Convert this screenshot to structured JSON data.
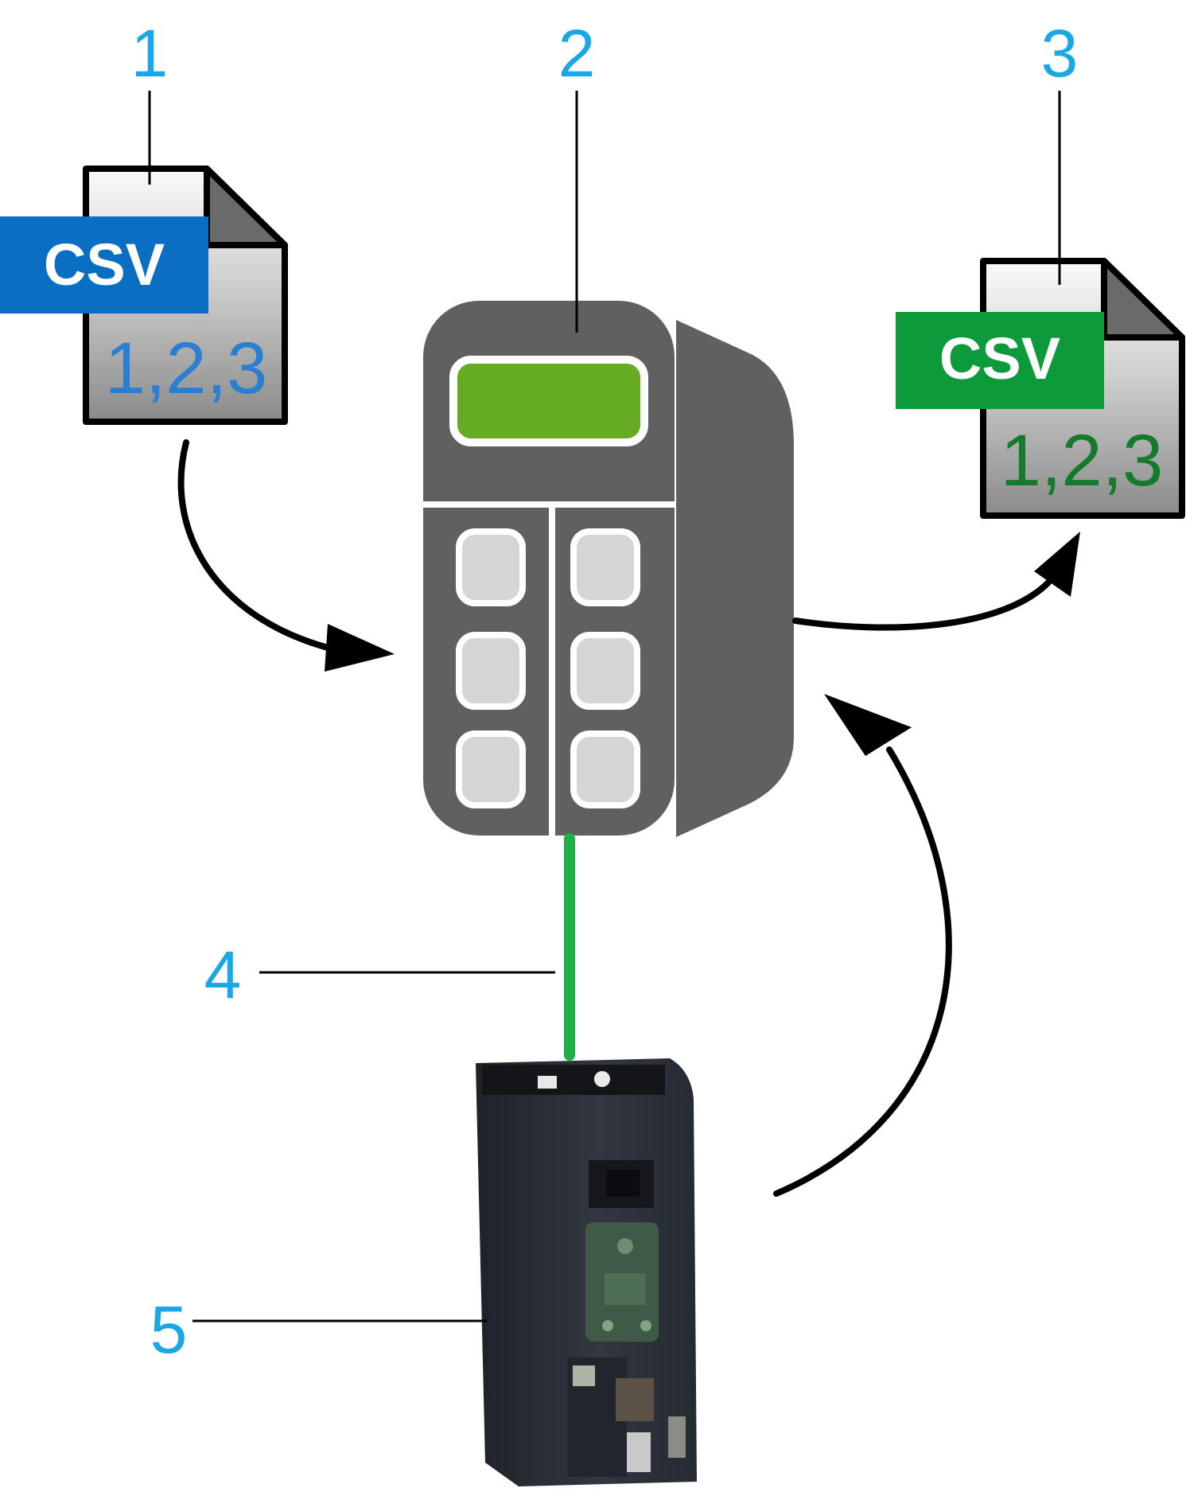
{
  "colors": {
    "callout": "#1aa7e6",
    "csv_in_badge": "#0a6fc2",
    "csv_in_digits": "#2a7fd0",
    "csv_out_badge": "#0c9a3a",
    "csv_out_digits": "#157a2c",
    "keypad_body": "#606060",
    "keypad_screen": "#66ac22",
    "keypad_key": "#d5d5d5",
    "cable": "#1db045",
    "arrow": "#000000",
    "drive_body": "#2c2f36"
  },
  "callouts": {
    "c1": "1",
    "c2": "2",
    "c3": "3",
    "c4": "4",
    "c5": "5"
  },
  "input_file": {
    "icon": "csv-file-icon",
    "badge": "CSV",
    "content": "1,2,3"
  },
  "output_file": {
    "icon": "csv-file-icon",
    "badge": "CSV",
    "content": "1,2,3"
  },
  "keypad": {
    "icon": "graphic-display-terminal-icon"
  },
  "drive": {
    "icon": "variable-speed-drive-icon"
  }
}
